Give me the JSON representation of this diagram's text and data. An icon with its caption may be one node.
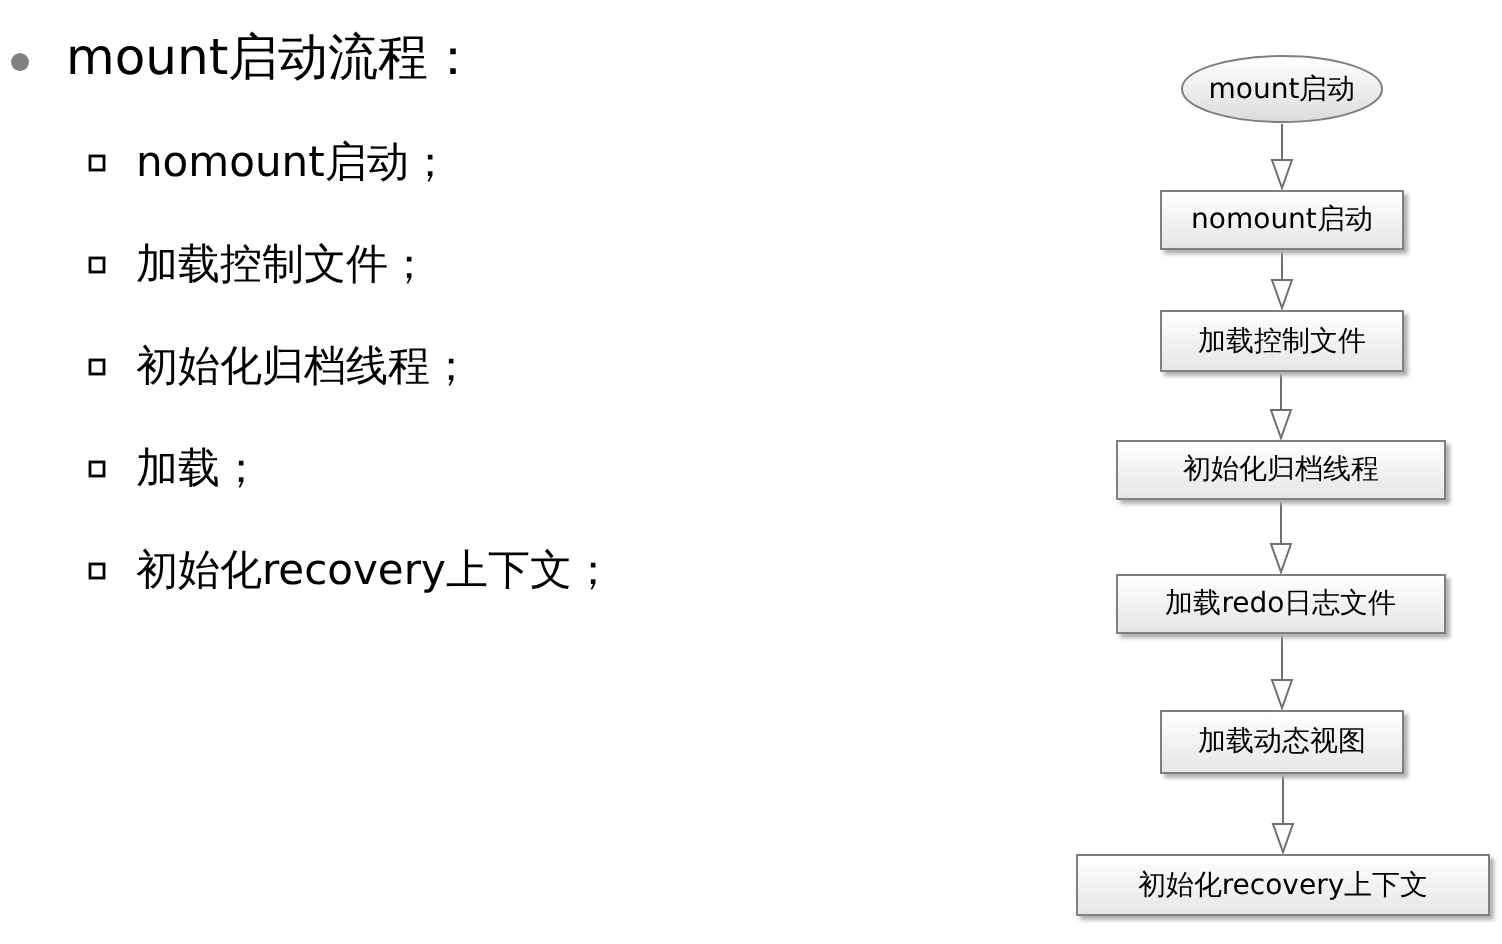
{
  "diagram": {
    "title": "mount启动流程：",
    "nodes": [
      {
        "text": [
          "mount启动"
        ]
      },
      {
        "text": [
          "nomount启动"
        ]
      },
      {
        "text": [
          "加载控制文件"
        ]
      },
      {
        "text": [
          "初始化归档线程"
        ]
      },
      {
        "text": [
          "加载redo日志文件"
        ]
      },
      {
        "text": [
          "加载动态视图"
        ]
      },
      {
        "text": [
          "初始化recovery上下文"
        ]
      }
    ],
    "edges": [
      {
        "from": 0,
        "to": 1,
        "arrow": "to"
      },
      {
        "from": 1,
        "to": 2,
        "arrow": "to"
      },
      {
        "from": 2,
        "to": 3,
        "arrow": "to"
      },
      {
        "from": 3,
        "to": 4,
        "arrow": "to"
      },
      {
        "from": 4,
        "to": 5,
        "arrow": "to"
      },
      {
        "from": 5,
        "to": 6,
        "arrow": "to"
      }
    ],
    "labels": [
      "nomount启动；",
      "加载控制文件；",
      "初始化归档线程；",
      "加载；",
      "初始化recovery上下文；"
    ]
  }
}
